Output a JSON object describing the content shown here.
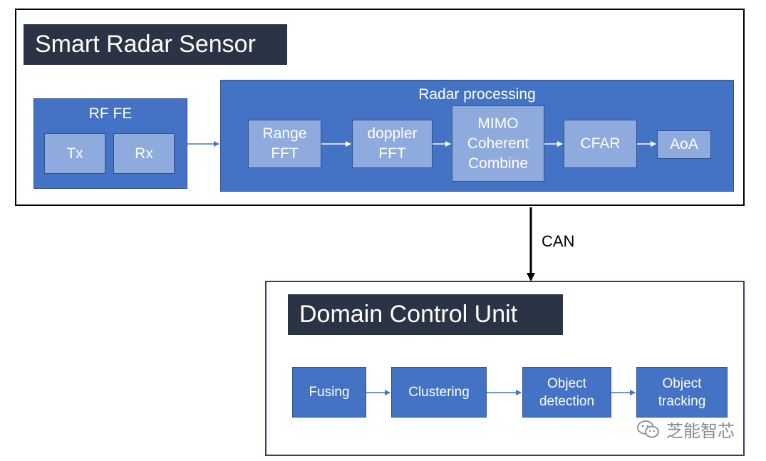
{
  "sensor": {
    "title": "Smart Radar Sensor",
    "rf_fe": {
      "label": "RF FE",
      "tx": "Tx",
      "rx": "Rx"
    },
    "processing": {
      "label": "Radar processing",
      "steps": [
        "Range\nFFT",
        "doppler\nFFT",
        "MIMO\nCoherent\nCombine",
        "CFAR",
        "AoA"
      ]
    }
  },
  "link": {
    "label": "CAN"
  },
  "dcu": {
    "title": "Domain Control Unit",
    "steps": [
      "Fusing",
      "Clustering",
      "Object\ndetection",
      "Object\ntracking"
    ]
  },
  "watermark": {
    "text": "芝能智芯",
    "icon": "wechat-icon"
  },
  "colors": {
    "title_bar": "#2b3445",
    "block": "#4472c4",
    "sub_block": "#8faadc",
    "arrow": "#4472c4"
  }
}
